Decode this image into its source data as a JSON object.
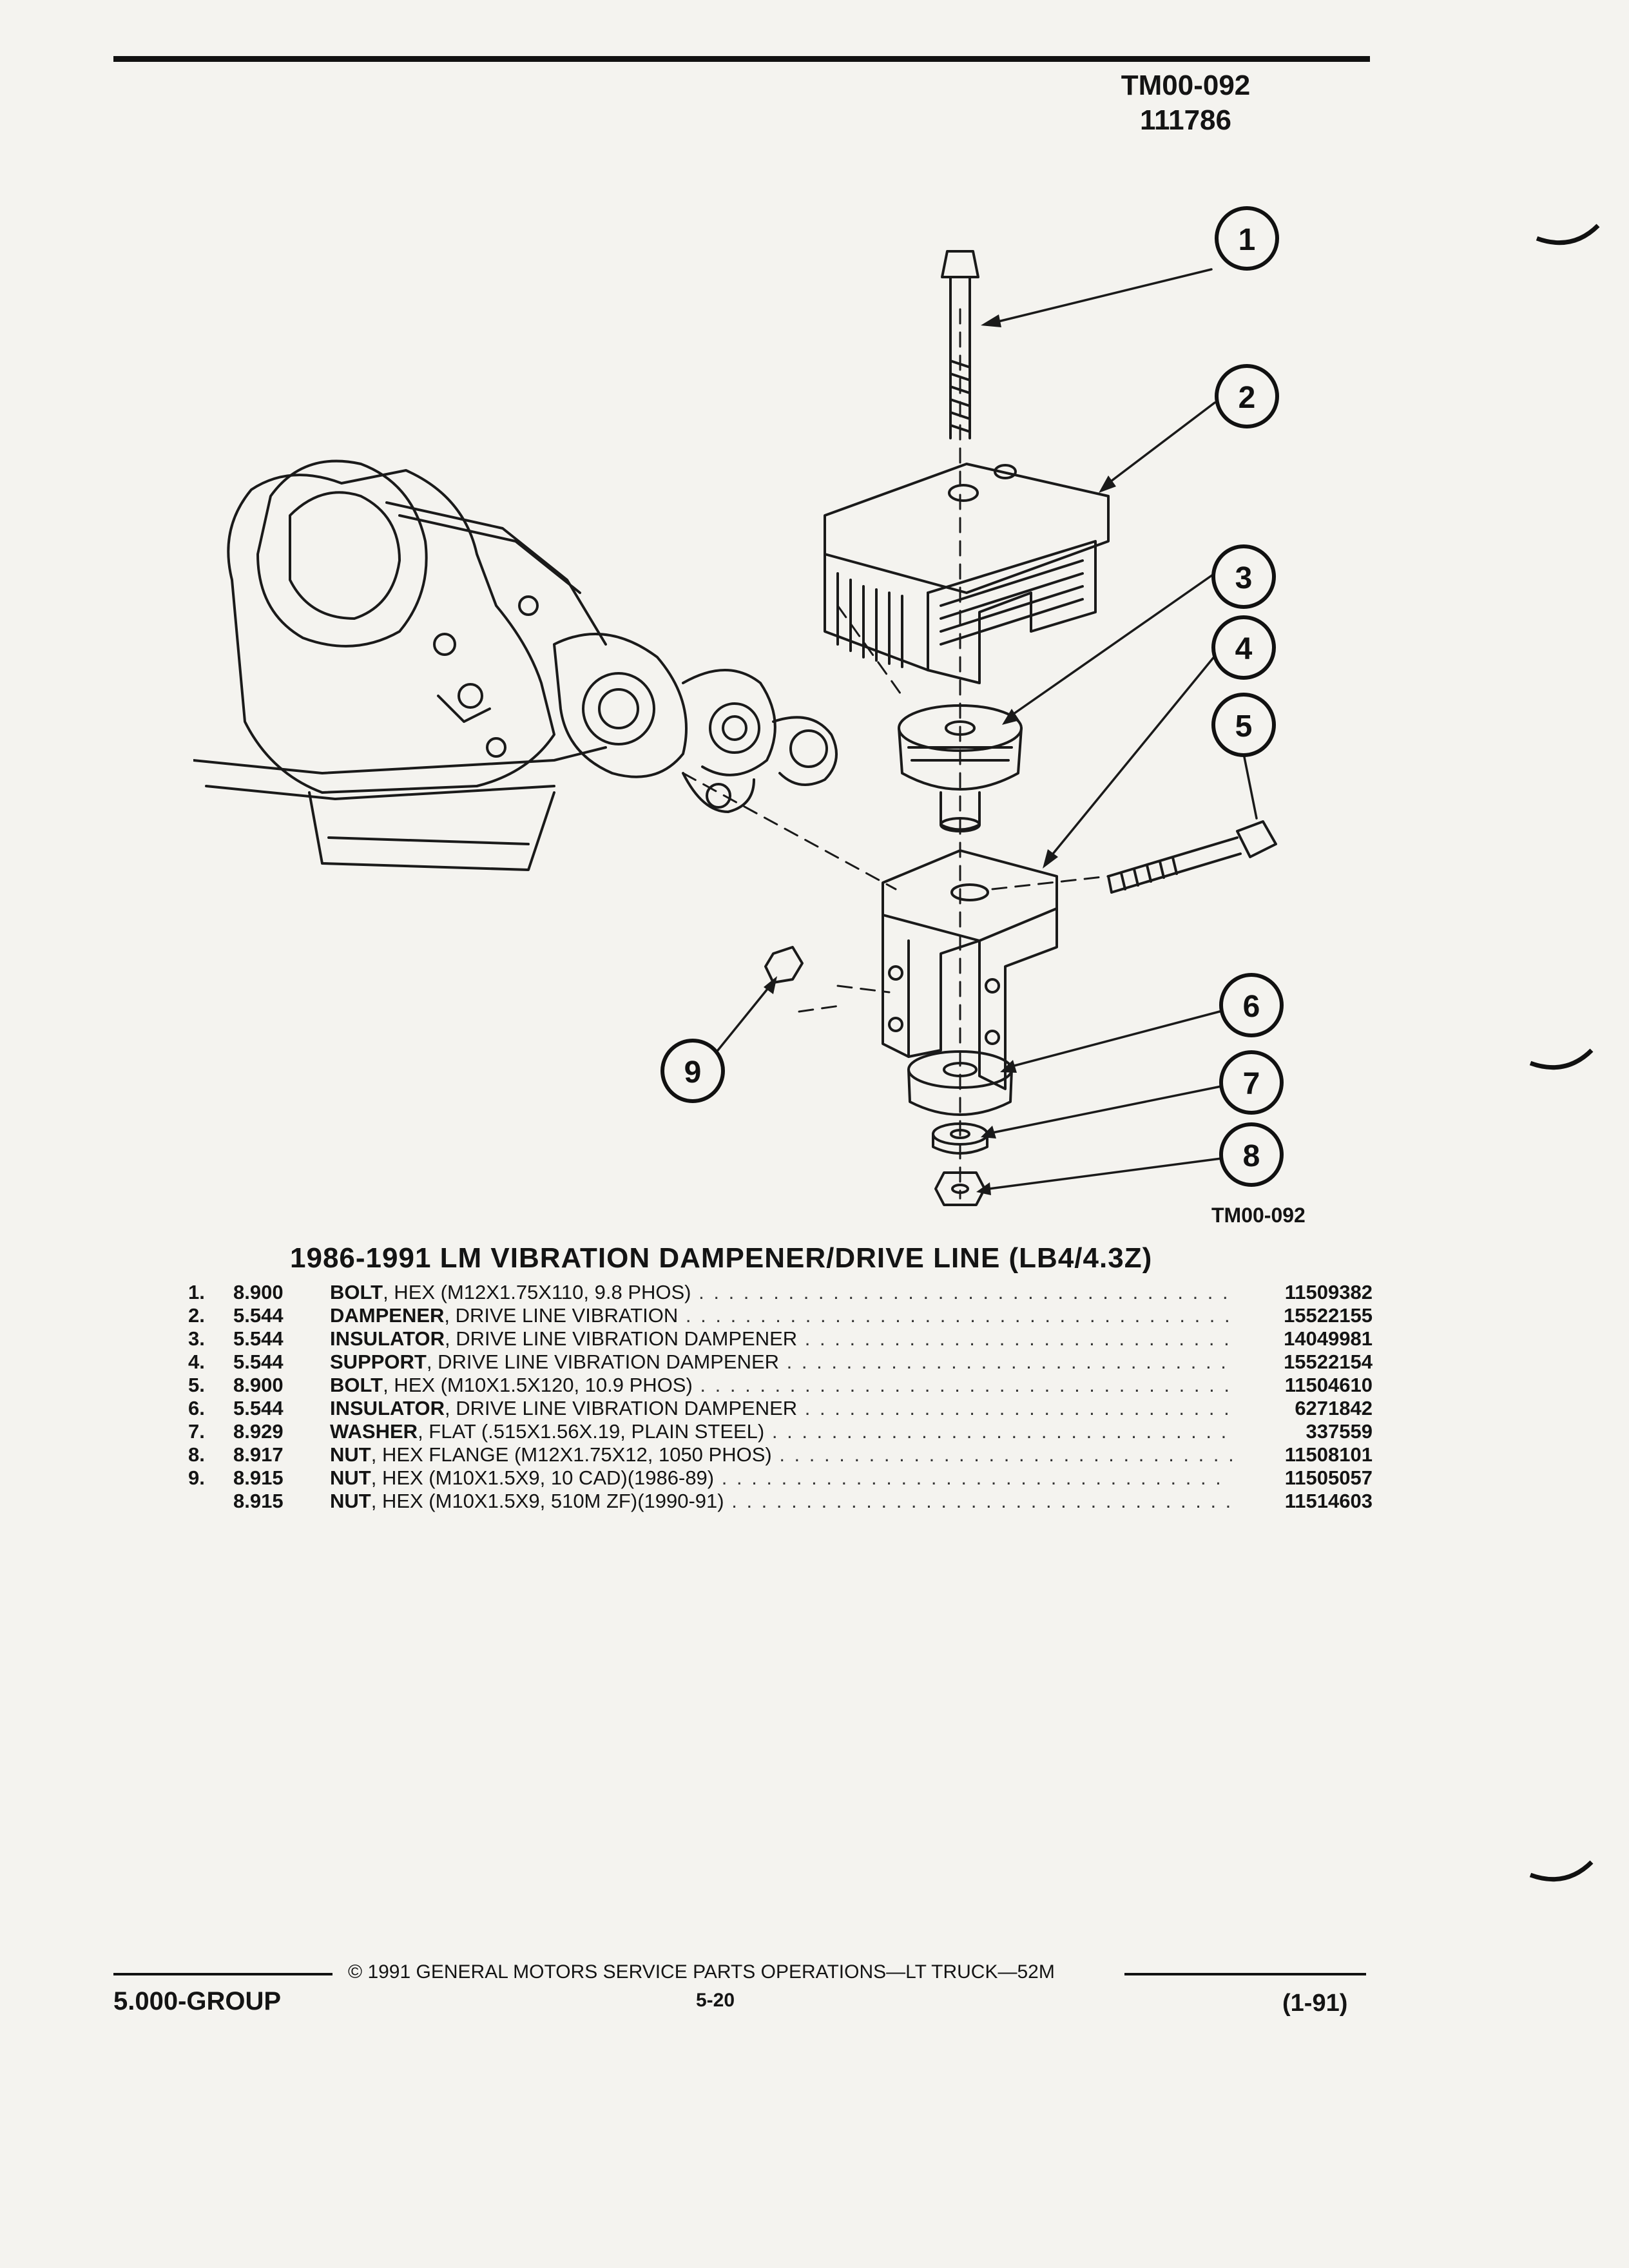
{
  "header": {
    "code": "TM00-092",
    "number": "111786"
  },
  "figure": {
    "label": "TM00-092",
    "callouts": [
      "1",
      "2",
      "3",
      "4",
      "5",
      "6",
      "7",
      "8",
      "9"
    ]
  },
  "section": {
    "title": "1986-1991 LM VIBRATION DAMPENER/DRIVE LINE (LB4/4.3Z)"
  },
  "parts": [
    {
      "no": "1.",
      "group": "8.900",
      "name": "BOLT",
      "desc": ", HEX (M12X1.75X110, 9.8 PHOS)",
      "part": "11509382"
    },
    {
      "no": "2.",
      "group": "5.544",
      "name": "DAMPENER",
      "desc": ", DRIVE LINE VIBRATION",
      "part": "15522155"
    },
    {
      "no": "3.",
      "group": "5.544",
      "name": "INSULATOR",
      "desc": ", DRIVE LINE VIBRATION DAMPENER",
      "part": "14049981"
    },
    {
      "no": "4.",
      "group": "5.544",
      "name": "SUPPORT",
      "desc": ", DRIVE LINE VIBRATION DAMPENER",
      "part": "15522154"
    },
    {
      "no": "5.",
      "group": "8.900",
      "name": "BOLT",
      "desc": ", HEX (M10X1.5X120, 10.9 PHOS)",
      "part": "11504610"
    },
    {
      "no": "6.",
      "group": "5.544",
      "name": "INSULATOR",
      "desc": ", DRIVE LINE VIBRATION DAMPENER",
      "part": "6271842"
    },
    {
      "no": "7.",
      "group": "8.929",
      "name": "WASHER",
      "desc": ", FLAT (.515X1.56X.19, PLAIN STEEL)",
      "part": "337559"
    },
    {
      "no": "8.",
      "group": "8.917",
      "name": "NUT",
      "desc": ", HEX FLANGE (M12X1.75X12, 1050 PHOS)",
      "part": "11508101"
    },
    {
      "no": "9.",
      "group": "8.915",
      "name": "NUT",
      "desc": ", HEX (M10X1.5X9, 10 CAD)(1986-89)",
      "part": "11505057"
    },
    {
      "no": "",
      "group": "8.915",
      "name": "NUT",
      "desc": ", HEX (M10X1.5X9, 510M ZF)(1990-91)",
      "part": "11514603"
    }
  ],
  "footer": {
    "copyright": "© 1991 GENERAL MOTORS SERVICE PARTS OPERATIONS—LT TRUCK—52M",
    "group": "5.000-GROUP",
    "page": "5-20",
    "date": "(1-91)"
  }
}
